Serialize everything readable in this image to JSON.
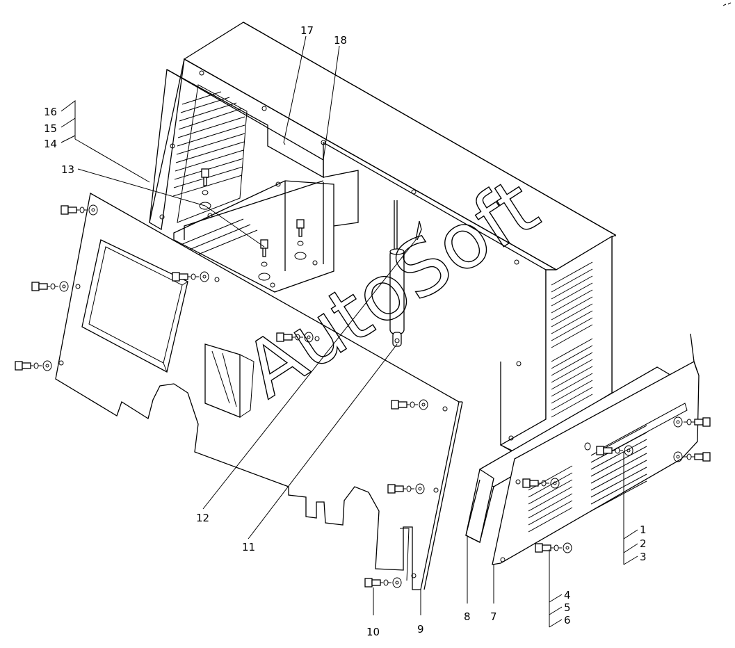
{
  "watermark": "AutoSoft",
  "callouts": [
    {
      "id": "c1",
      "text": "1"
    },
    {
      "id": "c2",
      "text": "2"
    },
    {
      "id": "c3",
      "text": "3"
    },
    {
      "id": "c4",
      "text": "4"
    },
    {
      "id": "c5",
      "text": "5"
    },
    {
      "id": "c6",
      "text": "6"
    },
    {
      "id": "c7",
      "text": "7"
    },
    {
      "id": "c8",
      "text": "8"
    },
    {
      "id": "c9",
      "text": "9"
    },
    {
      "id": "c10",
      "text": "10"
    },
    {
      "id": "c11",
      "text": "11"
    },
    {
      "id": "c12",
      "text": "12"
    },
    {
      "id": "c13",
      "text": "13"
    },
    {
      "id": "c14",
      "text": "14"
    },
    {
      "id": "c15",
      "text": "15"
    },
    {
      "id": "c16",
      "text": "16"
    },
    {
      "id": "c17",
      "text": "17"
    },
    {
      "id": "c18",
      "text": "18"
    }
  ]
}
